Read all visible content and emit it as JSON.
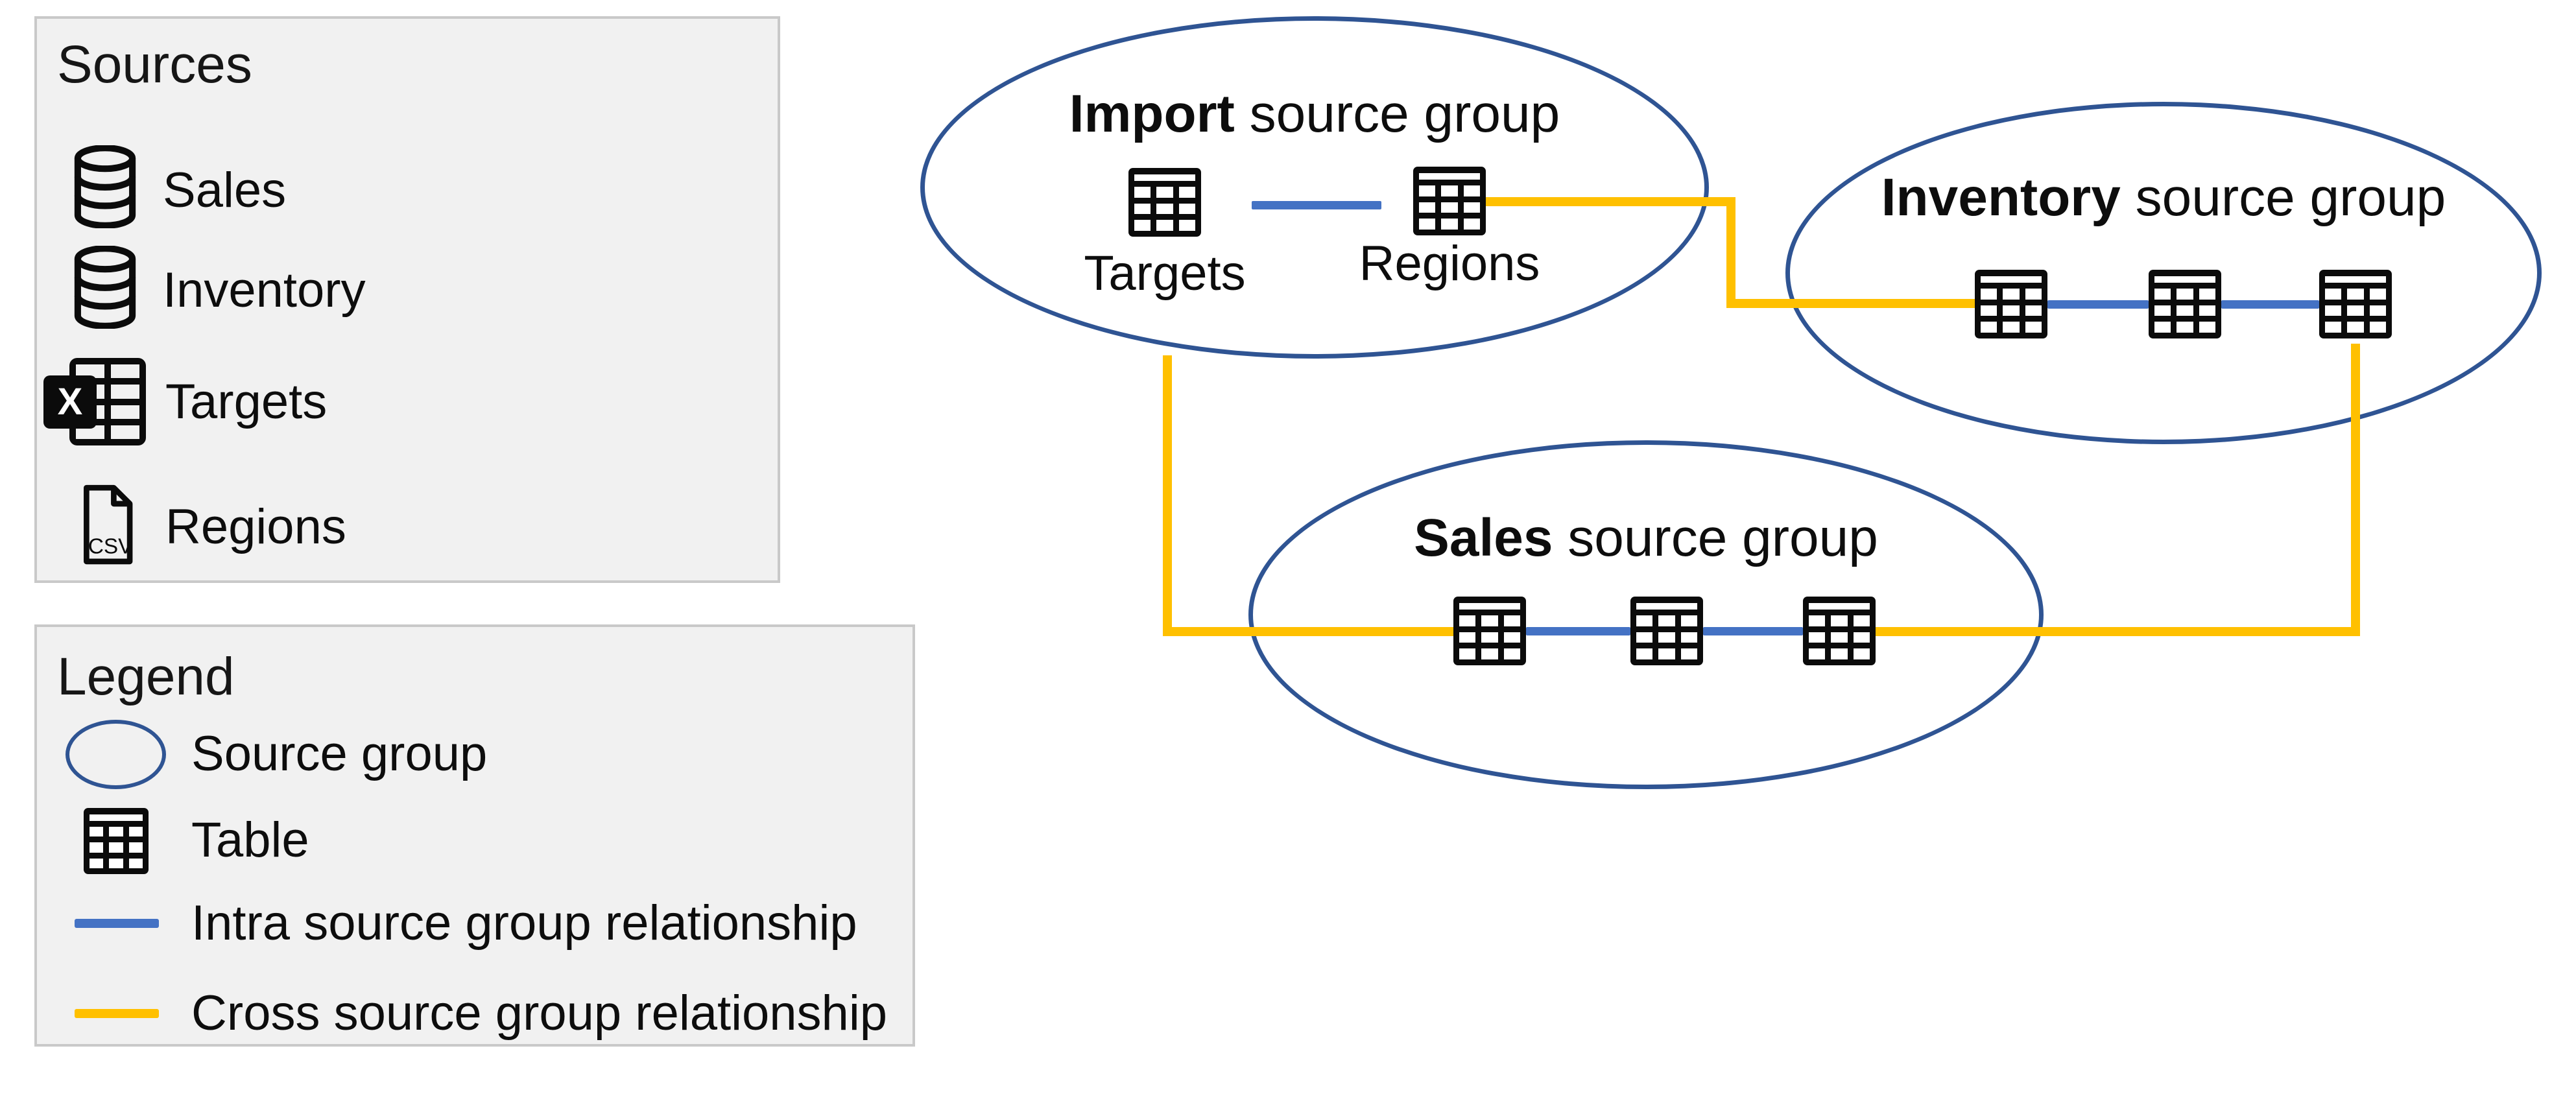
{
  "sources_panel": {
    "title": "Sources",
    "items": [
      {
        "label": "Sales",
        "icon": "database-icon"
      },
      {
        "label": "Inventory",
        "icon": "database-icon"
      },
      {
        "label": "Targets",
        "icon": "excel-icon"
      },
      {
        "label": "Regions",
        "icon": "csv-file-icon"
      }
    ],
    "excel_icon_letter": "X",
    "csv_icon_label": "CSV"
  },
  "legend_panel": {
    "title": "Legend",
    "items": [
      {
        "label": "Source group",
        "icon": "source-group-ellipse-icon"
      },
      {
        "label": "Table",
        "icon": "table-icon"
      },
      {
        "label": "Intra source group relationship",
        "icon": "intra-relationship-line-icon"
      },
      {
        "label": "Cross source group relationship",
        "icon": "cross-relationship-line-icon"
      }
    ]
  },
  "diagram": {
    "groups": [
      {
        "name": "Import",
        "suffix": " source group",
        "tables": [
          "Targets",
          "Regions"
        ]
      },
      {
        "name": "Inventory",
        "suffix": " source group"
      },
      {
        "name": "Sales",
        "suffix": " source group"
      }
    ]
  },
  "colors": {
    "source_group_outline": "#2F5493",
    "intra_source_group_relationship": "#4472C4",
    "cross_source_group_relationship": "#FFC000",
    "panel_background": "#F1F1F1",
    "panel_border": "#C9C9C9",
    "icon_black": "#0B0B0B"
  }
}
